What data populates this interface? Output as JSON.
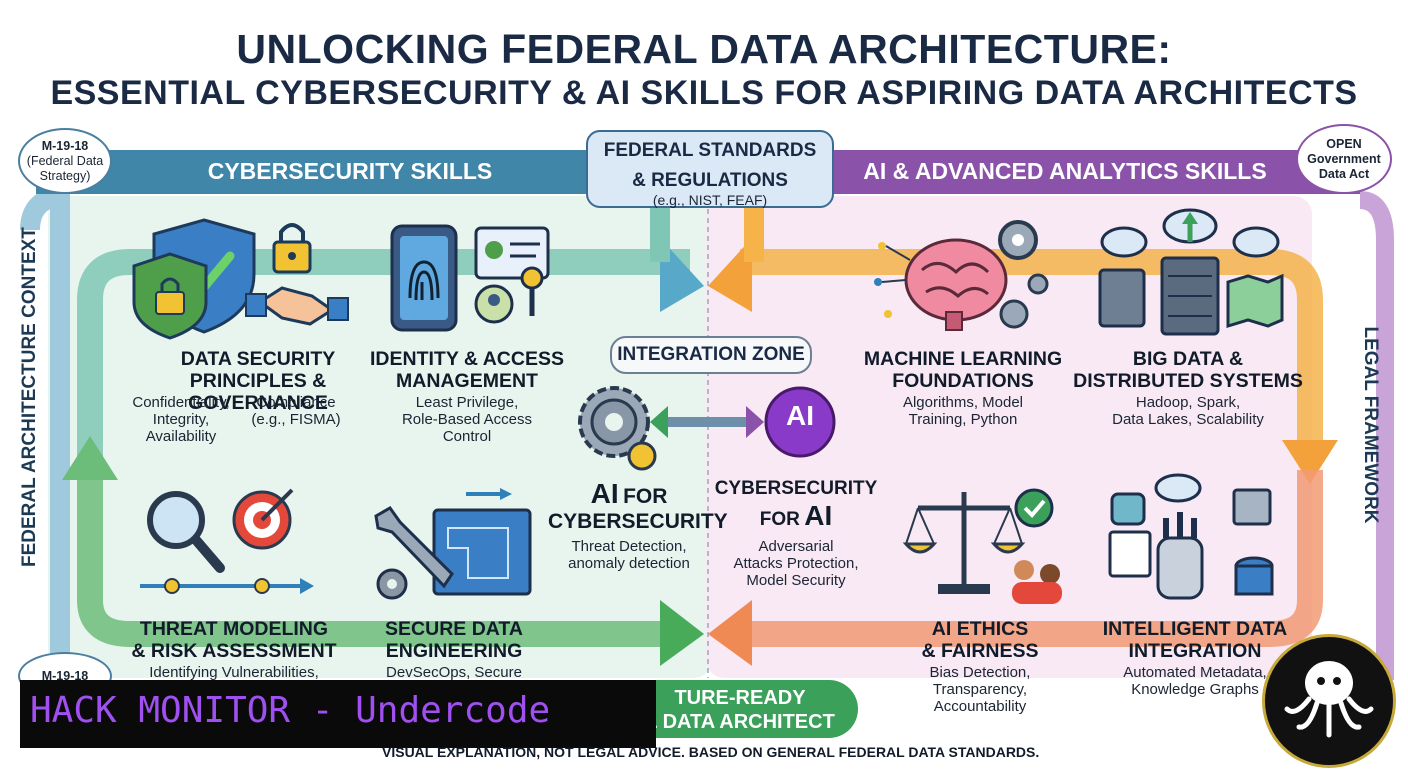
{
  "title": {
    "line1": "UNLOCKING FEDERAL DATA ARCHITECTURE:",
    "line2": "ESSENTIAL CYBERSECURITY & AI SKILLS FOR ASPIRING DATA ARCHITECTS"
  },
  "bubbles": {
    "top_left": {
      "l1": "M-19-18",
      "l2": "(Federal Data",
      "l3": "Strategy)"
    },
    "top_right": {
      "l1": "OPEN",
      "l2": "Government",
      "l3": "Data Act"
    },
    "bottom_left": {
      "l1": "M-19-18"
    }
  },
  "sections": {
    "left_header": "CYBERSECURITY SKILLS",
    "right_header": "AI & ADVANCED ANALYTICS SKILLS",
    "left_vertical": "FEDERAL ARCHITECTURE CONTEXT",
    "right_vertical": "LEGAL FRAMEWORK"
  },
  "standards": {
    "line1": "FEDERAL STANDARDS",
    "line2": "& REGULATIONS",
    "sub": "(e.g., NIST, FEAF)"
  },
  "integration_zone": "INTEGRATION ZONE",
  "ai_badge": "AI",
  "ai_for_cyber": {
    "l1": "AI",
    "l1b": "FOR",
    "l2": "CYBERSECURITY",
    "d1": "Threat Detection,",
    "d2": "anomaly detection"
  },
  "cyber_for_ai": {
    "l1": "CYBERSECURITY",
    "l2a": "FOR",
    "l2b": "AI",
    "d1": "Adversarial",
    "d2": "Attacks Protection,",
    "d3": "Model Security"
  },
  "cards": {
    "data_security": {
      "t1": "DATA SECURITY",
      "t2": "PRINCIPLES & GOVERNANCE",
      "a1": "Confidentiality,",
      "a2": "Integrity,",
      "a3": "Availability",
      "b1": "Compliance",
      "b2": "(e.g., FISMA)"
    },
    "iam": {
      "t1": "IDENTITY & ACCESS",
      "t2": "MANAGEMENT",
      "d1": "Least Privilege,",
      "d2": "Role-Based Access",
      "d3": "Control"
    },
    "threat": {
      "t1": "THREAT MODELING",
      "t2": "& RISK ASSESSMENT",
      "d1": "Identifying Vulnerabilities,"
    },
    "secure_eng": {
      "t1": "SECURE DATA",
      "t2": "ENGINEERING",
      "d1": "DevSecOps, Secure"
    },
    "ml": {
      "t1": "MACHINE LEARNING",
      "t2": "FOUNDATIONS",
      "d1": "Algorithms, Model",
      "d2": "Training, Python"
    },
    "bigdata": {
      "t1": "BIG DATA &",
      "t2": "DISTRIBUTED SYSTEMS",
      "d1": "Hadoop, Spark,",
      "d2": "Data Lakes, Scalability"
    },
    "ethics": {
      "t1": "AI ETHICS",
      "t2": "& FAIRNESS",
      "d1": "Bias Detection,",
      "d2": "Transparency,",
      "d3": "Accountability"
    },
    "integration": {
      "t1": "INTELLIGENT DATA",
      "t2": "INTEGRATION",
      "d1": "Automated Metadata,",
      "d2": "Knowledge Graphs"
    }
  },
  "future_ready": {
    "l1": "TURE-READY",
    "l2": "L DATA ARCHITECT"
  },
  "banner": "HACK MONITOR - Undercode",
  "footer": "VISUAL EXPLANATION, NOT LEGAL ADVICE. BASED ON GENERAL FEDERAL DATA STANDARDS.",
  "colors": {
    "cyber": "#3f86a8",
    "ai": "#8a52a8",
    "green": "#3aa05a",
    "orange": "#f3a13b",
    "banner_text": "#a050f0"
  }
}
